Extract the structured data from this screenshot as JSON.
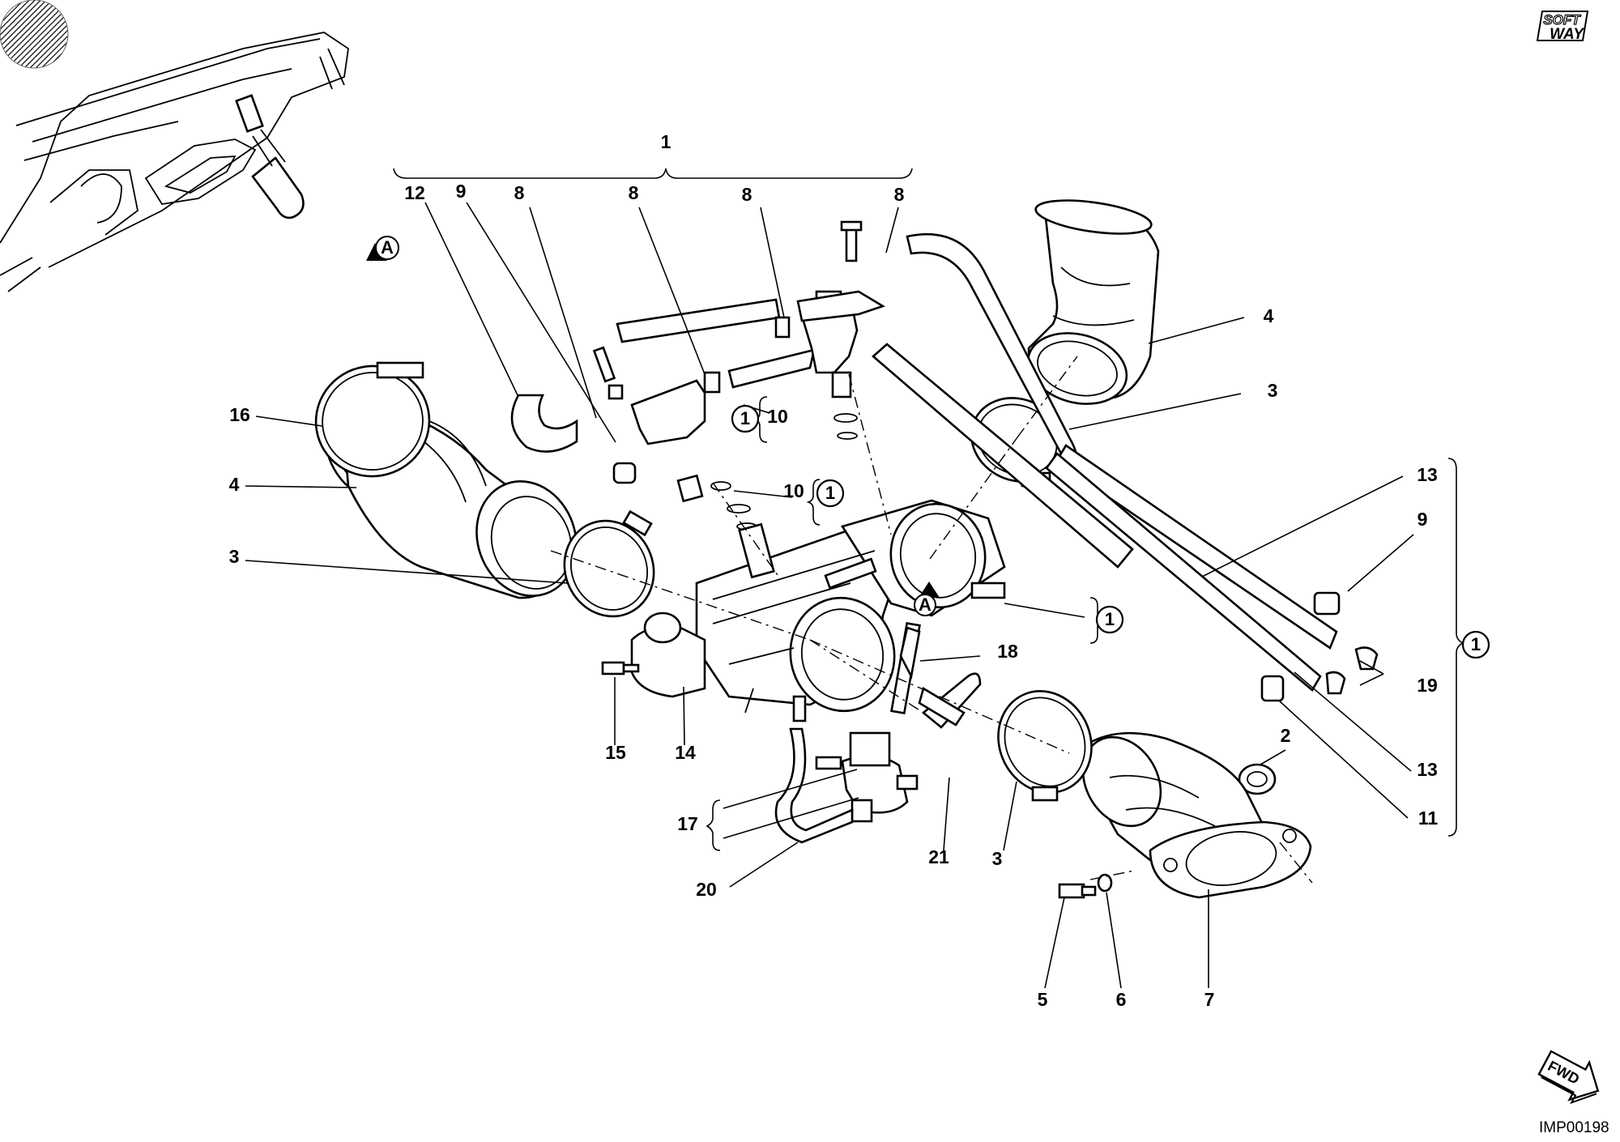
{
  "diagram": {
    "drawing_code": "IMP00198",
    "logo_text": [
      "SOFT",
      "WAY"
    ],
    "fwd_text": "FWD",
    "view_marker": "A",
    "subassembly_marker": "1",
    "callouts": {
      "c1": "1",
      "c12": "12",
      "c9_top": "9",
      "c8_a": "8",
      "c8_b": "8",
      "c8_c": "8",
      "c8_d": "8",
      "c16": "16",
      "c4_left": "4",
      "c3_left": "3",
      "c10_upper": "10",
      "c10_lower": "10",
      "c4_right": "4",
      "c3_right": "3",
      "c13_top": "13",
      "c9_right": "9",
      "c19": "19",
      "c13_bottom": "13",
      "c11": "11",
      "c2": "2",
      "c18": "18",
      "c15": "15",
      "c14": "14",
      "c17": "17",
      "c20": "20",
      "c21": "21",
      "c3_bottom": "3",
      "c5": "5",
      "c6": "6",
      "c7": "7"
    }
  }
}
